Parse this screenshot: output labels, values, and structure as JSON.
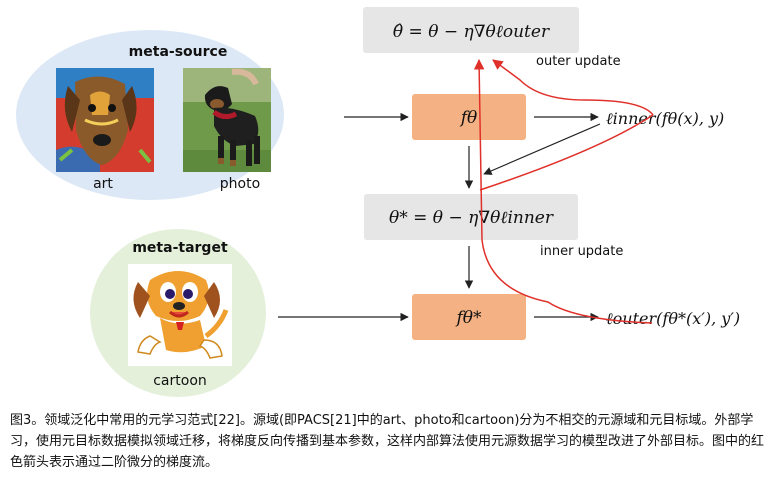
{
  "source": {
    "title": "meta-source",
    "image_labels": [
      "art",
      "photo"
    ]
  },
  "target": {
    "title": "meta-target",
    "image_label": "cartoon"
  },
  "boxes": {
    "outer_update_eq": "θ̂ = θ − η∇θℓouter",
    "f_theta": "fθ",
    "inner_update_eq": "θ* = θ − η∇θℓinner",
    "f_theta_star": "fθ*"
  },
  "losses": {
    "inner": "ℓinner(fθ(x), y)",
    "outer": "ℓouter(fθ*(x′), y′)"
  },
  "labels": {
    "outer_update": "outer update",
    "inner_update": "inner update"
  },
  "colors": {
    "source_ellipse": "#dce8f5",
    "target_ellipse": "#e4f0da",
    "model_box": "#f4b183",
    "equation_box": "#e6e6e6",
    "gradient_arrow": "#e0302a",
    "arrow": "#222222"
  },
  "caption": "图3。领域泛化中常用的元学习范式[22]。源域(即PACS[21]中的art、photo和cartoon)分为不相交的元源域和元目标域。外部学习，使用元目标数据模拟领域迁移，将梯度反向传播到基本参数，这样内部算法使用元源数据学习的模型改进了外部目标。图中的红色箭头表示通过二阶微分的梯度流。"
}
